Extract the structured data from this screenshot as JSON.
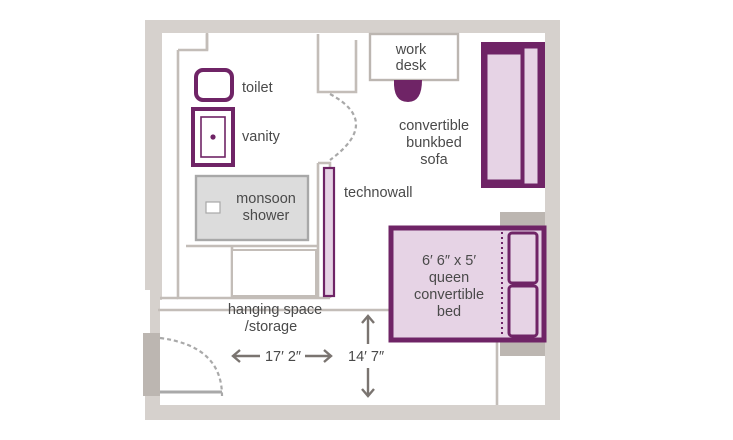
{
  "colors": {
    "wall": "#d6d1cd",
    "wall_line": "#bcb6b1",
    "purple": "#6f2466",
    "purple_fill": "#e6d3e5",
    "shower_fill": "#dcdcdc",
    "shower_line": "#a8a8a8",
    "text": "#4a4a4a",
    "door_arc": "#a9a9a9",
    "arrow": "#7a7470"
  },
  "labels": {
    "work_desk": [
      "work",
      "desk"
    ],
    "toilet": "toilet",
    "vanity": "vanity",
    "sofa": [
      "convertible",
      "bunkbed",
      "sofa"
    ],
    "shower": [
      "monsoon",
      "shower"
    ],
    "technowall": "technowall",
    "bed": [
      "6′ 6″ x 5′",
      "queen",
      "convertible",
      "bed"
    ],
    "storage": [
      "hanging space",
      "/storage"
    ],
    "width_dim": "17′ 2″",
    "depth_dim": "14′ 7″"
  }
}
